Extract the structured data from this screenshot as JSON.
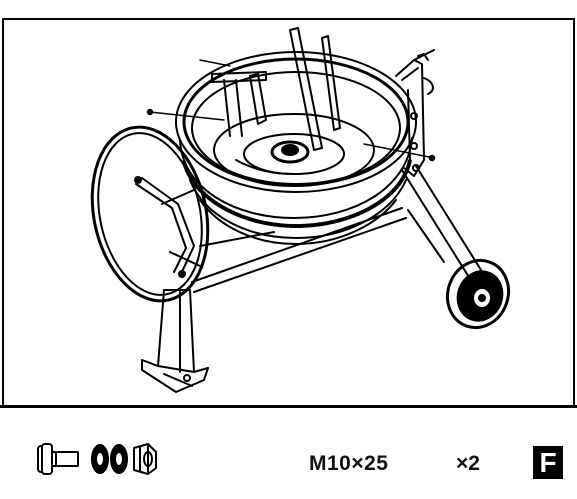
{
  "parts": {
    "icon": "bolt-spring-washer-flat-washer-nut-icon",
    "spec": "M10×25",
    "quantity": "×2"
  },
  "step": {
    "letter": "F"
  },
  "colors": {
    "line": "#000000",
    "background": "#ffffff"
  }
}
